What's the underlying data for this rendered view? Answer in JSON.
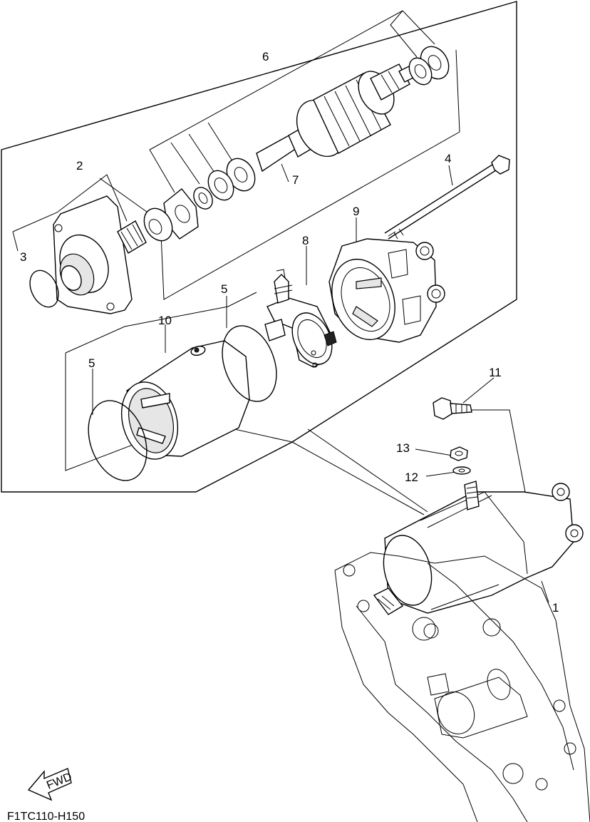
{
  "callouts": [
    {
      "id": "c1",
      "text": "1"
    },
    {
      "id": "c2",
      "text": "2"
    },
    {
      "id": "c3",
      "text": "3"
    },
    {
      "id": "c4",
      "text": "4"
    },
    {
      "id": "c5a",
      "text": "5"
    },
    {
      "id": "c5b",
      "text": "5"
    },
    {
      "id": "c6",
      "text": "6"
    },
    {
      "id": "c7",
      "text": "7"
    },
    {
      "id": "c8",
      "text": "8"
    },
    {
      "id": "c9",
      "text": "9"
    },
    {
      "id": "c10",
      "text": "10"
    },
    {
      "id": "c11",
      "text": "11"
    },
    {
      "id": "c12",
      "text": "12"
    },
    {
      "id": "c13",
      "text": "13"
    }
  ],
  "fwd_label": "FWD",
  "figure_code": "F1TC110-H150"
}
